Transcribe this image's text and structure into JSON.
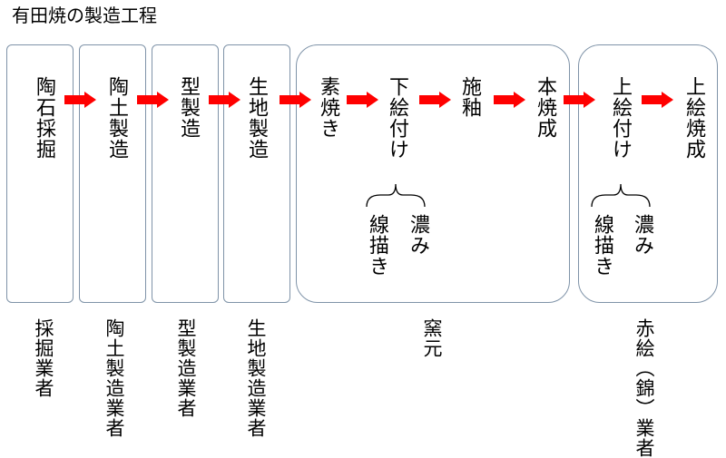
{
  "title": "有田焼の製造工程",
  "steps": [
    {
      "label": "陶石採掘"
    },
    {
      "label": "陶土製造"
    },
    {
      "label": "型製造"
    },
    {
      "label": "生地製造"
    },
    {
      "label": "素焼き"
    },
    {
      "label": "下絵付け",
      "sub_right": "濃み",
      "sub_left": "線描き"
    },
    {
      "label": "施釉"
    },
    {
      "label": "本焼成"
    },
    {
      "label": "上絵付け",
      "sub_right": "濃み",
      "sub_left": "線描き"
    },
    {
      "label": "上絵焼成"
    }
  ],
  "actors": [
    {
      "label": "採掘業者"
    },
    {
      "label": "陶土製造業者"
    },
    {
      "label": "型製造業者"
    },
    {
      "label": "生地製造業者"
    },
    {
      "label": "窯元"
    },
    {
      "label": "赤絵（錦）業者"
    }
  ],
  "colors": {
    "arrow": "#ff0000",
    "box_border": "#7f93a8",
    "text": "#000000"
  }
}
